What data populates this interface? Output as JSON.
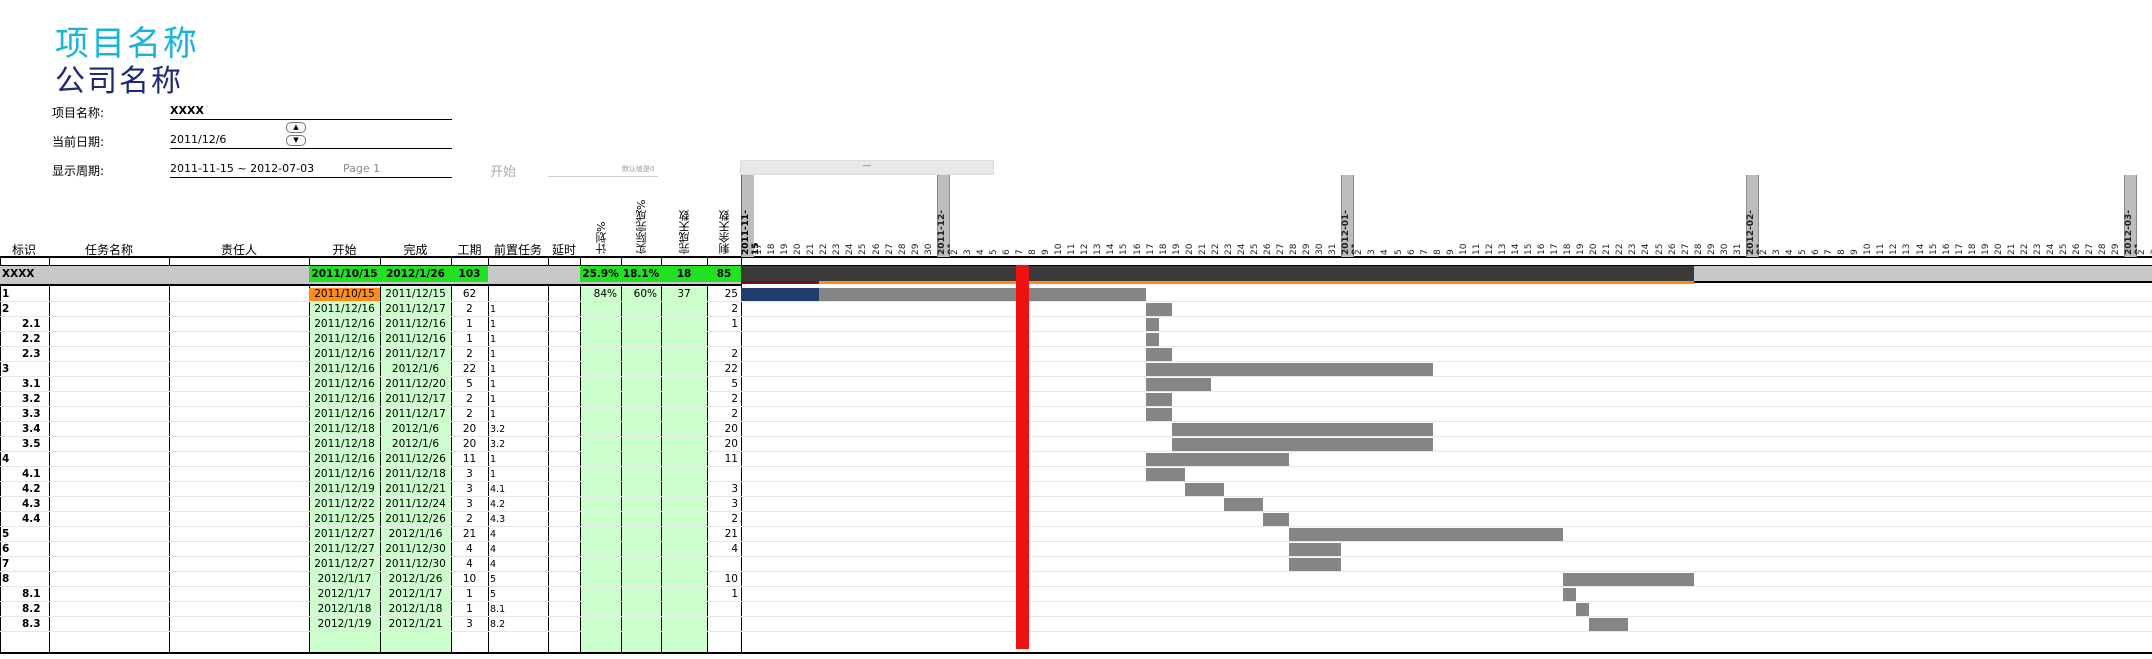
{
  "header": {
    "project_title": "项目名称",
    "company_title": "公司名称",
    "fields": [
      {
        "label": "项目名称:",
        "value": "XXXX"
      },
      {
        "label": "当前日期:",
        "value": "2011/12/6"
      },
      {
        "label": "显示周期:",
        "value": "2011-11-15 ~ 2012-07-03",
        "extra": "Page 1"
      }
    ],
    "start_faded": "开始",
    "note_faded": "默认值是0",
    "scroll_label": "—"
  },
  "columns": {
    "id": "标识",
    "name": "任务名称",
    "owner": "责任人",
    "start": "开始",
    "finish": "完成",
    "duration": "工期",
    "predecessor": "前置任务",
    "delay": "延时",
    "plan_pct": "计划%",
    "actual_pct": "实际完成%",
    "done_days": "完成天数",
    "remain_days": "剩余天数"
  },
  "summary": {
    "id": "XXXX",
    "start": "2011/10/15",
    "finish": "2012/1/26",
    "duration": "103",
    "plan_pct": "25.9%",
    "actual_pct": "18.1%",
    "done_days": "18",
    "remain_days": "85"
  },
  "timeline": {
    "start_label": "2011-11-15",
    "month_labels": [
      {
        "label": "2011-12-01",
        "day_index": 16
      },
      {
        "label": "2012-01-01",
        "day_index": 47
      },
      {
        "label": "2012-02-01",
        "day_index": 78
      },
      {
        "label": "2012-03-01",
        "day_index": 107
      }
    ],
    "today_index": 21,
    "highlight_month_index": 1,
    "day_numbers": [
      16,
      17,
      18,
      19,
      20,
      21,
      22,
      23,
      24,
      25,
      26,
      27,
      28,
      29,
      30,
      "2011-12-01",
      2,
      3,
      4,
      5,
      6,
      7,
      8,
      9,
      10,
      11,
      12,
      13,
      14,
      15,
      16,
      17,
      18,
      19,
      20,
      21,
      22,
      23,
      24,
      25,
      26,
      27,
      28,
      29,
      30,
      31,
      "2012-01-01",
      2,
      3,
      4,
      5,
      6,
      7,
      8,
      9,
      10,
      11,
      12,
      13,
      14,
      15,
      16,
      17,
      18,
      19,
      20,
      21,
      22,
      23,
      24,
      25,
      26,
      27,
      28,
      29,
      30,
      31,
      "2012-02-01",
      2,
      3,
      4,
      5,
      6,
      7,
      8,
      9,
      10,
      11,
      12,
      13,
      14,
      15,
      16,
      17,
      18,
      19,
      20,
      21,
      22,
      23,
      24,
      25,
      26,
      27,
      28,
      29,
      "2012-03-01",
      2,
      3
    ]
  },
  "tasks": [
    {
      "id": "1",
      "start": "2011/10/15",
      "finish": "2011/12/15",
      "duration": "62",
      "pred": "",
      "plan_pct": "84%",
      "actual_pct": "60%",
      "done_days": "37",
      "remain": "25",
      "level": 0,
      "bar": [
        -31,
        31
      ],
      "progress": [
        -31,
        6
      ]
    },
    {
      "id": "2",
      "start": "2011/12/16",
      "finish": "2011/12/17",
      "duration": "2",
      "pred": "1",
      "plan_pct": "",
      "actual_pct": "",
      "done_days": "",
      "remain": "2",
      "level": 0,
      "bar": [
        31,
        33
      ]
    },
    {
      "id": "2.1",
      "start": "2011/12/16",
      "finish": "2011/12/16",
      "duration": "1",
      "pred": "1",
      "plan_pct": "",
      "actual_pct": "",
      "done_days": "",
      "remain": "1",
      "level": 1,
      "bar": [
        31,
        32
      ]
    },
    {
      "id": "2.2",
      "start": "2011/12/16",
      "finish": "2011/12/16",
      "duration": "1",
      "pred": "1",
      "plan_pct": "",
      "actual_pct": "",
      "done_days": "",
      "remain": "",
      "level": 1,
      "bar": [
        31,
        32
      ]
    },
    {
      "id": "2.3",
      "start": "2011/12/16",
      "finish": "2011/12/17",
      "duration": "2",
      "pred": "1",
      "plan_pct": "",
      "actual_pct": "",
      "done_days": "",
      "remain": "2",
      "level": 1,
      "bar": [
        31,
        33
      ]
    },
    {
      "id": "3",
      "start": "2011/12/16",
      "finish": "2012/1/6",
      "duration": "22",
      "pred": "1",
      "plan_pct": "",
      "actual_pct": "",
      "done_days": "",
      "remain": "22",
      "level": 0,
      "bar": [
        31,
        53
      ]
    },
    {
      "id": "3.1",
      "start": "2011/12/16",
      "finish": "2011/12/20",
      "duration": "5",
      "pred": "1",
      "plan_pct": "",
      "actual_pct": "",
      "done_days": "",
      "remain": "5",
      "level": 1,
      "bar": [
        31,
        36
      ]
    },
    {
      "id": "3.2",
      "start": "2011/12/16",
      "finish": "2011/12/17",
      "duration": "2",
      "pred": "1",
      "plan_pct": "",
      "actual_pct": "",
      "done_days": "",
      "remain": "2",
      "level": 1,
      "bar": [
        31,
        33
      ]
    },
    {
      "id": "3.3",
      "start": "2011/12/16",
      "finish": "2011/12/17",
      "duration": "2",
      "pred": "1",
      "plan_pct": "",
      "actual_pct": "",
      "done_days": "",
      "remain": "2",
      "level": 1,
      "bar": [
        31,
        33
      ]
    },
    {
      "id": "3.4",
      "start": "2011/12/18",
      "finish": "2012/1/6",
      "duration": "20",
      "pred": "3.2",
      "plan_pct": "",
      "actual_pct": "",
      "done_days": "",
      "remain": "20",
      "level": 1,
      "bar": [
        33,
        53
      ]
    },
    {
      "id": "3.5",
      "start": "2011/12/18",
      "finish": "2012/1/6",
      "duration": "20",
      "pred": "3.2",
      "plan_pct": "",
      "actual_pct": "",
      "done_days": "",
      "remain": "20",
      "level": 1,
      "bar": [
        33,
        53
      ]
    },
    {
      "id": "4",
      "start": "2011/12/16",
      "finish": "2011/12/26",
      "duration": "11",
      "pred": "1",
      "plan_pct": "",
      "actual_pct": "",
      "done_days": "",
      "remain": "11",
      "level": 0,
      "bar": [
        31,
        42
      ]
    },
    {
      "id": "4.1",
      "start": "2011/12/16",
      "finish": "2011/12/18",
      "duration": "3",
      "pred": "1",
      "plan_pct": "",
      "actual_pct": "",
      "done_days": "",
      "remain": "",
      "level": 1,
      "bar": [
        31,
        34
      ]
    },
    {
      "id": "4.2",
      "start": "2011/12/19",
      "finish": "2011/12/21",
      "duration": "3",
      "pred": "4.1",
      "plan_pct": "",
      "actual_pct": "",
      "done_days": "",
      "remain": "3",
      "level": 1,
      "bar": [
        34,
        37
      ]
    },
    {
      "id": "4.3",
      "start": "2011/12/22",
      "finish": "2011/12/24",
      "duration": "3",
      "pred": "4.2",
      "plan_pct": "",
      "actual_pct": "",
      "done_days": "",
      "remain": "3",
      "level": 1,
      "bar": [
        37,
        40
      ]
    },
    {
      "id": "4.4",
      "start": "2011/12/25",
      "finish": "2011/12/26",
      "duration": "2",
      "pred": "4.3",
      "plan_pct": "",
      "actual_pct": "",
      "done_days": "",
      "remain": "2",
      "level": 1,
      "bar": [
        40,
        42
      ]
    },
    {
      "id": "5",
      "start": "2011/12/27",
      "finish": "2012/1/16",
      "duration": "21",
      "pred": "4",
      "plan_pct": "",
      "actual_pct": "",
      "done_days": "",
      "remain": "21",
      "level": 0,
      "bar": [
        42,
        63
      ]
    },
    {
      "id": "6",
      "start": "2011/12/27",
      "finish": "2011/12/30",
      "duration": "4",
      "pred": "4",
      "plan_pct": "",
      "actual_pct": "",
      "done_days": "",
      "remain": "4",
      "level": 0,
      "bar": [
        42,
        46
      ]
    },
    {
      "id": "7",
      "start": "2011/12/27",
      "finish": "2011/12/30",
      "duration": "4",
      "pred": "4",
      "plan_pct": "",
      "actual_pct": "",
      "done_days": "",
      "remain": "",
      "level": 0,
      "bar": [
        42,
        46
      ]
    },
    {
      "id": "8",
      "start": "2012/1/17",
      "finish": "2012/1/26",
      "duration": "10",
      "pred": "5",
      "plan_pct": "",
      "actual_pct": "",
      "done_days": "",
      "remain": "10",
      "level": 0,
      "bar": [
        63,
        73
      ]
    },
    {
      "id": "8.1",
      "start": "2012/1/17",
      "finish": "2012/1/17",
      "duration": "1",
      "pred": "5",
      "plan_pct": "",
      "actual_pct": "",
      "done_days": "",
      "remain": "1",
      "level": 1,
      "bar": [
        63,
        64
      ]
    },
    {
      "id": "8.2",
      "start": "2012/1/18",
      "finish": "2012/1/18",
      "duration": "1",
      "pred": "8.1",
      "plan_pct": "",
      "actual_pct": "",
      "done_days": "",
      "remain": "",
      "level": 1,
      "bar": [
        64,
        65
      ]
    },
    {
      "id": "8.3",
      "start": "2012/1/19",
      "finish": "2012/1/21",
      "duration": "3",
      "pred": "8.2",
      "plan_pct": "",
      "actual_pct": "",
      "done_days": "",
      "remain": "",
      "level": 1,
      "bar": [
        65,
        68
      ]
    }
  ],
  "colors": {
    "green": "#22e022",
    "light_green": "#ccffcc",
    "orange": "#ff8c1a",
    "red": "#ee1111",
    "bar": "#858585",
    "progress": "#1f3d6e",
    "summary_bar": "#3a3a3a",
    "title": "#19b5d9",
    "company": "#1e2a78"
  }
}
